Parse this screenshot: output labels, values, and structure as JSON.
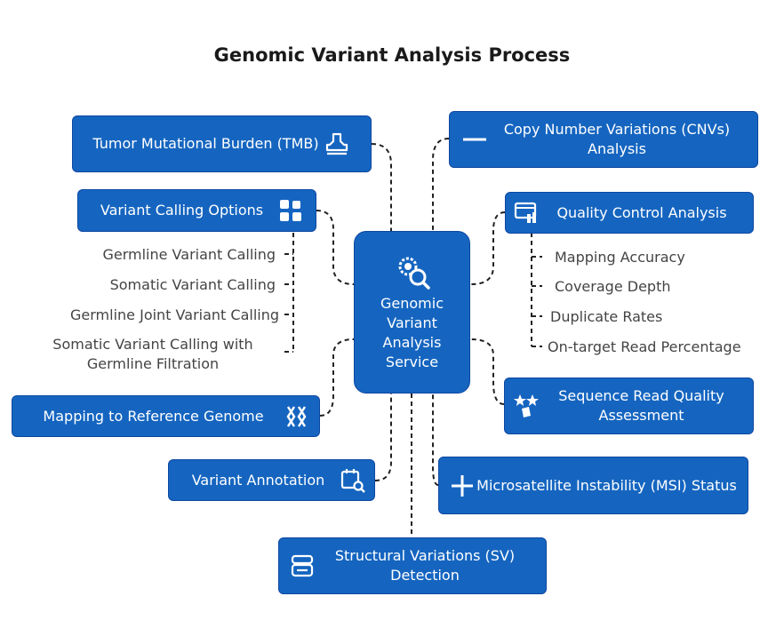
{
  "diagram": {
    "title": "Genomic Variant Analysis Process",
    "center": {
      "label": "Genomic Variant Analysis Service",
      "icon": "gear-search-icon"
    },
    "nodes": {
      "tmb": {
        "label": "Tumor Mutational Burden (TMB)",
        "icon": "stamp-icon"
      },
      "cnv": {
        "label": "Copy Number Variations (CNVs) Analysis",
        "icon": "minus-icon"
      },
      "variant_calling": {
        "label": "Variant Calling Options",
        "icon": "widgets-icon",
        "items": [
          "Germline Variant Calling",
          "Somatic Variant Calling",
          "Germline Joint Variant Calling",
          "Somatic Variant Calling with Germline Filtration"
        ]
      },
      "qc": {
        "label": "Quality Control Analysis",
        "icon": "lab-monitor-icon",
        "items": [
          "Mapping Accuracy",
          "Coverage Depth",
          "Duplicate Rates",
          "On-target Read Percentage"
        ]
      },
      "mapping": {
        "label": "Mapping to Reference Genome",
        "icon": "chromosome-icon"
      },
      "read_quality": {
        "label": "Sequence Read Quality Assessment",
        "icon": "stars-icon"
      },
      "annotation": {
        "label": "Variant Annotation",
        "icon": "calendar-search-icon"
      },
      "msi": {
        "label": "Microsatellite Instability (MSI) Status",
        "icon": "plus-icon"
      },
      "sv": {
        "label": "Structural Variations (SV) Detection",
        "icon": "database-icon"
      }
    },
    "colors": {
      "node": "#1565c0",
      "text": "#ffffff",
      "line": "#222222"
    }
  }
}
